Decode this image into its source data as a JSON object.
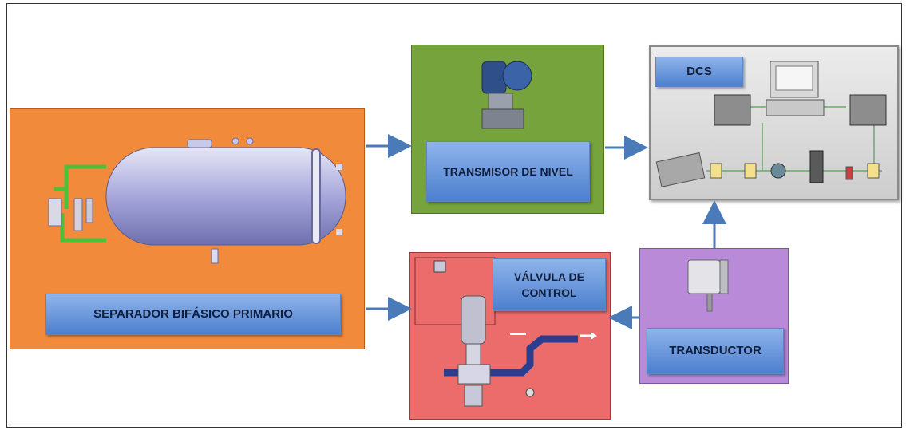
{
  "blocks": {
    "separator": {
      "label": "SEPARADOR BIFÁSICO PRIMARIO",
      "color": "#f28a3c"
    },
    "transmitter": {
      "label": "TRANSMISOR DE NIVEL",
      "color": "#76a33b"
    },
    "dcs": {
      "label": "DCS",
      "color": "#dcdcdc"
    },
    "valve": {
      "label": "VÁLVULA DE CONTROL",
      "color": "#ec6c6c"
    },
    "transducer": {
      "label": "TRANSDUCTOR",
      "color": "#b88ad8"
    }
  },
  "colors": {
    "arrow": "#4a7ab8",
    "label_fill": "#6f9ce0"
  }
}
